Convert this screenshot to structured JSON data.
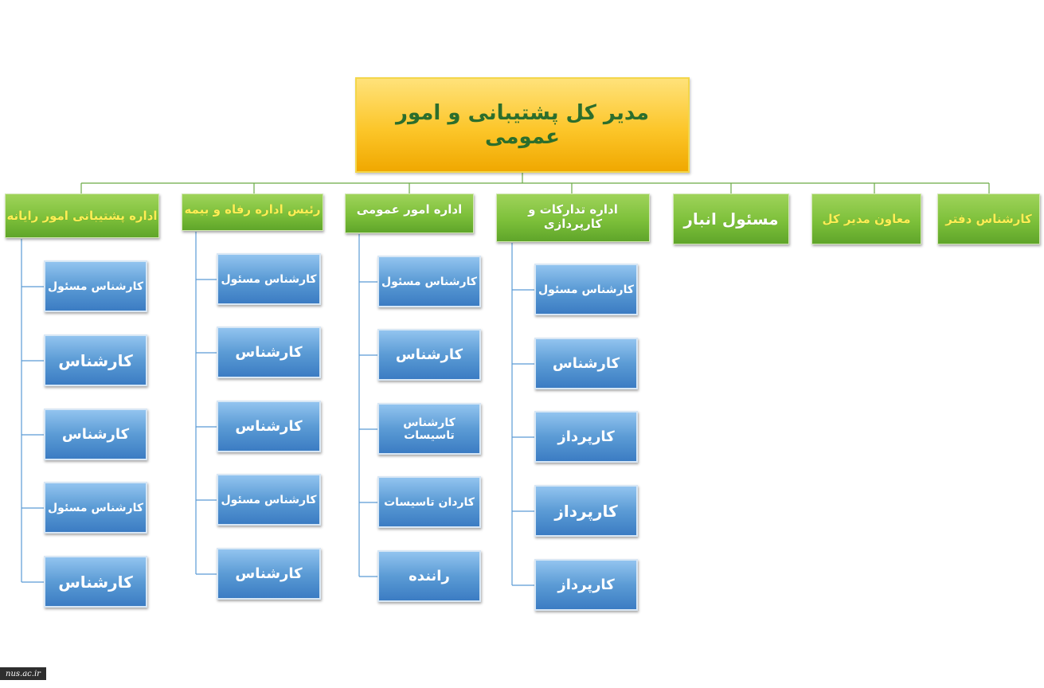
{
  "root": {
    "title": "مدیر کل پشتیبانی و امور عمومی"
  },
  "departments": [
    {
      "title": "اداره پشتیبانی امور رایانه",
      "children": [
        "کارشناس مسئول",
        "کارشناس",
        "کارشناس",
        "کارشناس مسئول",
        "کارشناس"
      ]
    },
    {
      "title": "رئیس اداره رفاه و بیمه",
      "children": [
        "کارشناس مسئول",
        "کارشناس",
        "کارشناس",
        "کارشناس مسئول",
        "کارشناس"
      ]
    },
    {
      "title": "اداره امور عمومی",
      "children": [
        "کارشناس مسئول",
        "کارشناس",
        "کارشناس تاسیسات",
        "کاردان تاسیسات",
        "راننده"
      ]
    },
    {
      "title": "اداره تدارکات و کارپردازی",
      "children": [
        "کارشناس مسئول",
        "کارشناس",
        "کارپرداز",
        "کارپرداز",
        "کارپرداز"
      ]
    },
    {
      "title": "مسئول انبار",
      "children": []
    },
    {
      "title": "معاون مدیر کل",
      "children": []
    },
    {
      "title": "کارشناس دفتر",
      "children": []
    }
  ],
  "footer": {
    "logo_text": "nus.ac.ir"
  },
  "colors": {
    "root_fill": "#fcc62a",
    "root_text": "#2c6e2c",
    "department_fill": "#7dc03a",
    "department_text_yellow": "#ffee55",
    "position_fill": "#5b9bd5",
    "connector": "#6aaa45"
  }
}
